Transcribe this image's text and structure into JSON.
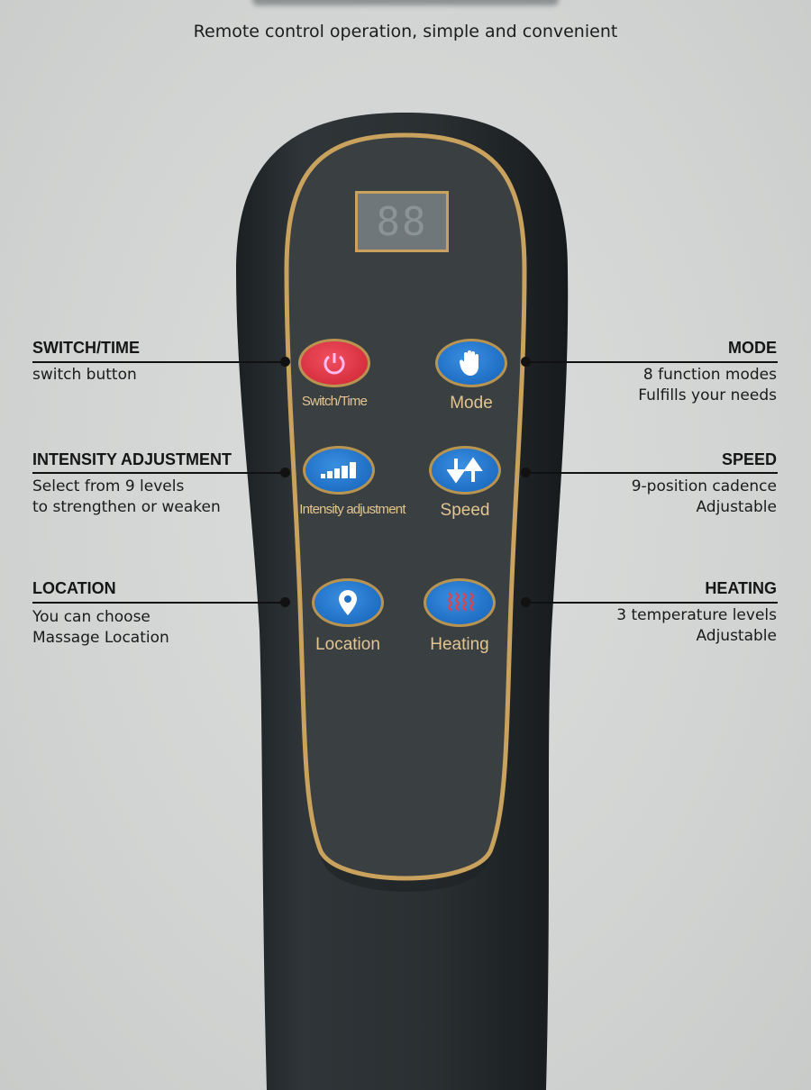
{
  "subtitle": "Remote control operation, simple and convenient",
  "display": {
    "digits": "88"
  },
  "buttons": {
    "switch_time": "Switch/Time",
    "mode": "Mode",
    "intensity": "Intensity adjustment",
    "speed": "Speed",
    "location": "Location",
    "heating": "Heating"
  },
  "callouts": {
    "switch_time": {
      "title": "SWITCH/TIME",
      "lines": [
        "switch button"
      ]
    },
    "mode": {
      "title": "MODE",
      "lines": [
        "8 function modes",
        "Fulfills your needs"
      ]
    },
    "intensity": {
      "title": "INTENSITY ADJUSTMENT",
      "lines": [
        "Select from 9 levels",
        "to strengthen or weaken"
      ]
    },
    "speed": {
      "title": "SPEED",
      "lines": [
        "9-position cadence",
        "Adjustable"
      ]
    },
    "location": {
      "title": "LOCATION",
      "lines": [
        "You can choose",
        "Massage Location"
      ]
    },
    "heating": {
      "title": "HEATING",
      "lines": [
        "3 temperature levels",
        "Adjustable"
      ]
    }
  },
  "colors": {
    "body": "#2b3033",
    "trim": "#c9a25e",
    "red_button": "#d7303f",
    "blue_button": "#1f6fc5",
    "label": "#e2c58f"
  }
}
